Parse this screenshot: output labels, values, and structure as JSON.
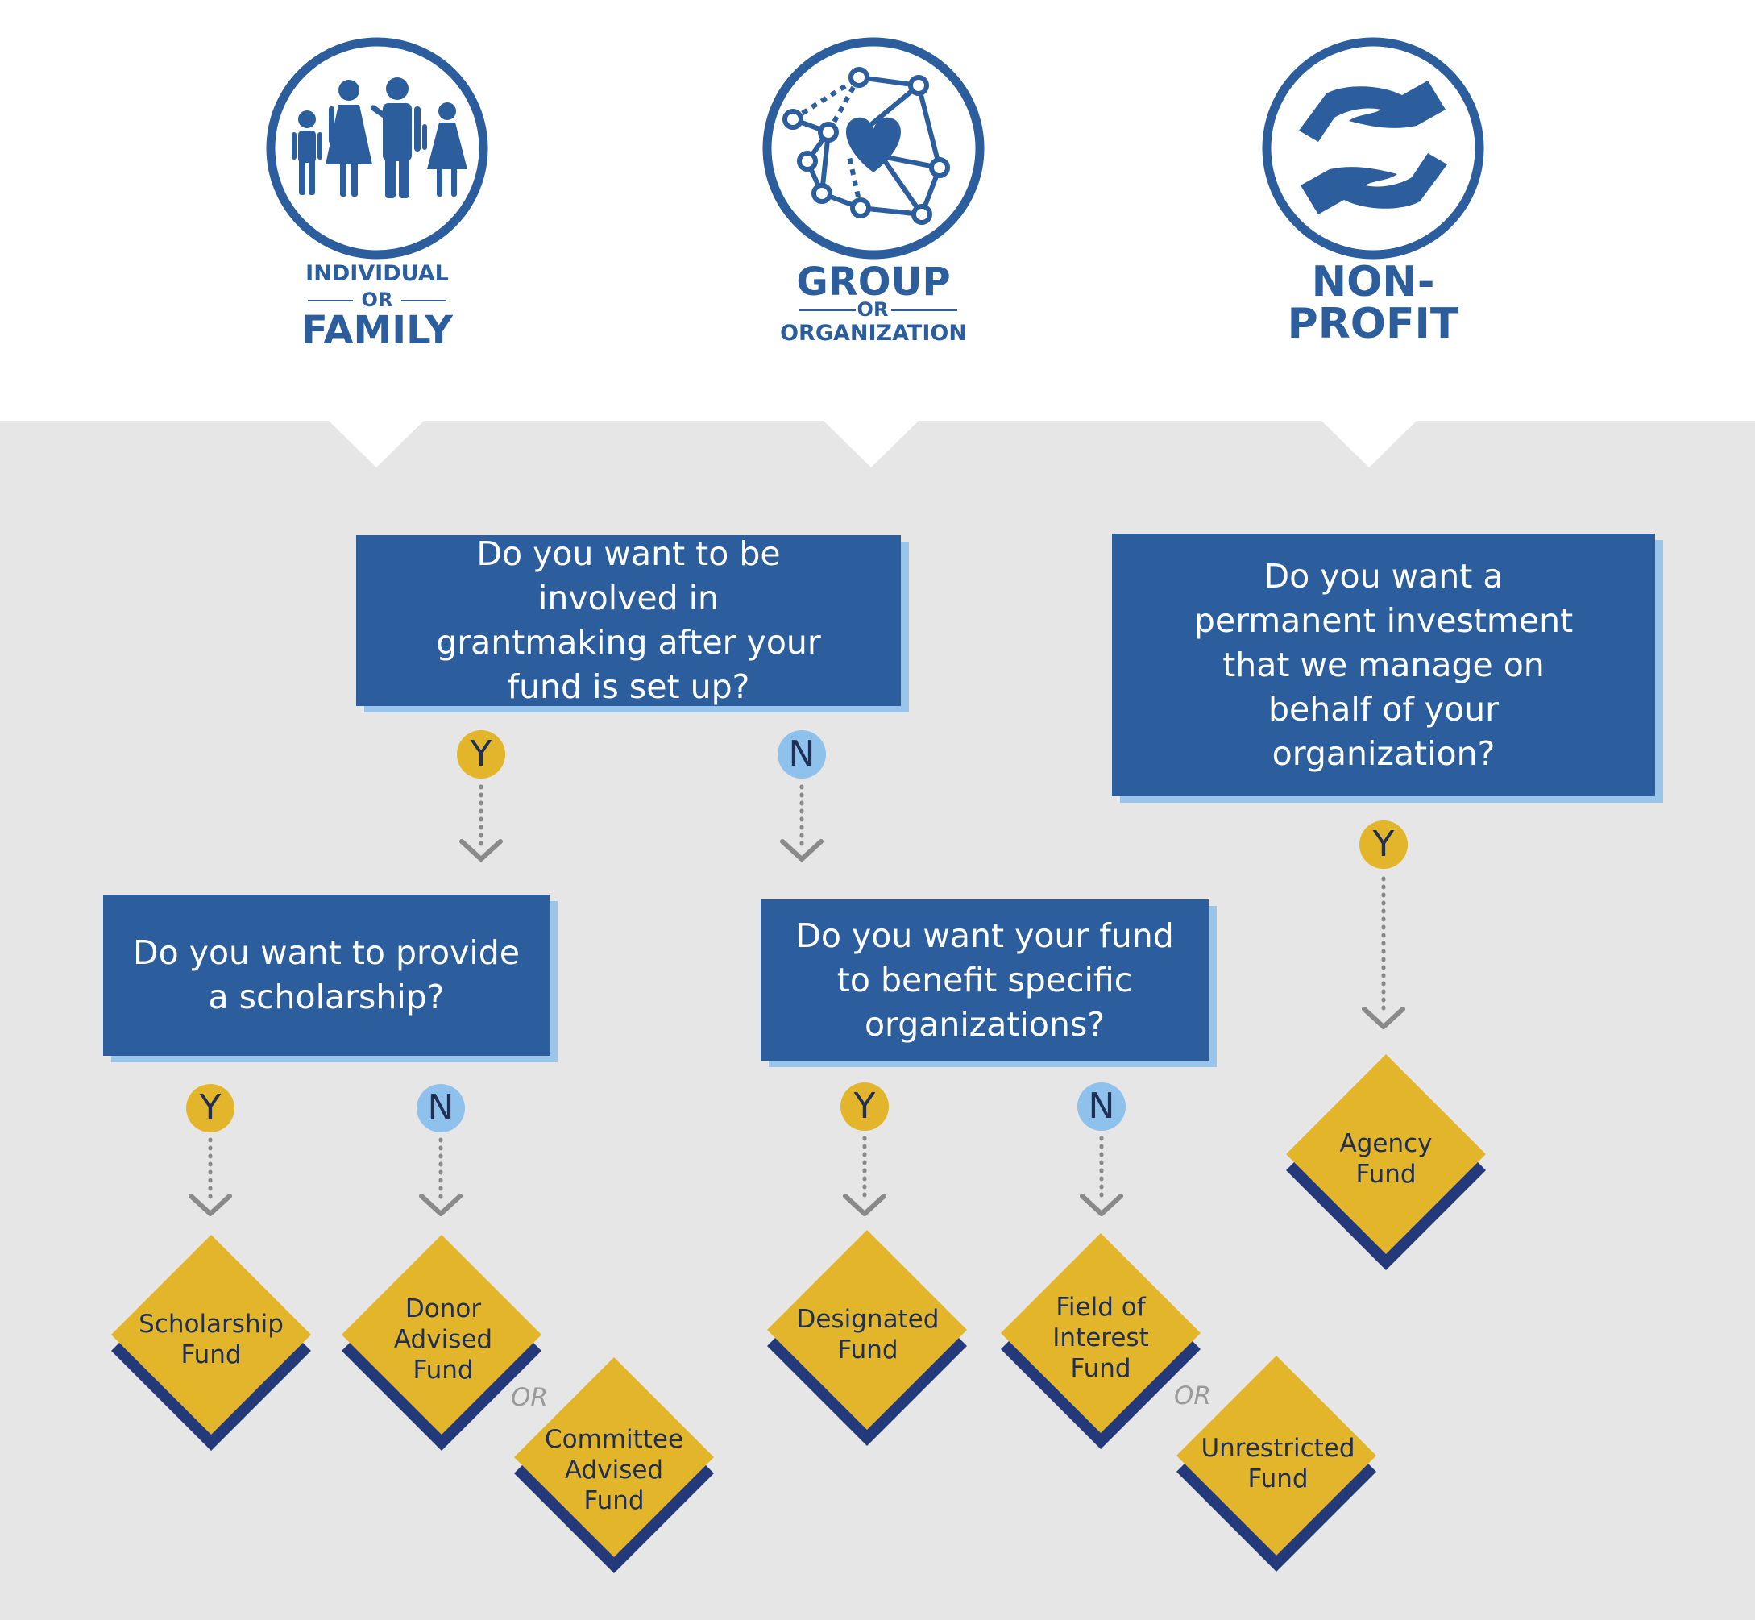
{
  "categories": {
    "individual": {
      "top": "INDIVIDUAL",
      "or": "OR",
      "bottom": "FAMILY",
      "icon": "family-icon"
    },
    "group": {
      "top": "GROUP",
      "or": "OR",
      "bottom": "ORGANIZATION",
      "icon": "network-heart-icon"
    },
    "nonprofit": {
      "label": "NON-PROFIT",
      "icon": "caring-hands-icon"
    }
  },
  "questions": {
    "q1": "Do you want to be involved in grantmaking after your fund is set up?",
    "q2": "Do you want to provide a scholarship?",
    "q3": "Do you want your fund to benefit specific organizations?",
    "q4": "Do you want a permanent investment that we manage on behalf of your organization?"
  },
  "answers": {
    "yes": "Y",
    "no": "N"
  },
  "or_label": "OR",
  "funds": {
    "scholarship": [
      "Scholarship",
      "Fund"
    ],
    "donor_advised": [
      "Donor",
      "Advised",
      "Fund"
    ],
    "committee_advised": [
      "Committee",
      "Advised",
      "Fund"
    ],
    "designated": [
      "Designated",
      "Fund"
    ],
    "field_of_interest": [
      "Field of",
      "Interest",
      "Fund"
    ],
    "unrestricted": [
      "Unrestricted",
      "Fund"
    ],
    "agency": [
      "Agency",
      "Fund"
    ]
  },
  "colors": {
    "primary_blue": "#2c5e9e",
    "box_shadow_blue": "#9ac5ea",
    "yes_gold": "#e3b52a",
    "no_light_blue": "#8ec1ec",
    "diamond_shadow_navy": "#24397a",
    "panel_gray": "#e6e6e6",
    "arrow_gray": "#8a8a8a"
  }
}
